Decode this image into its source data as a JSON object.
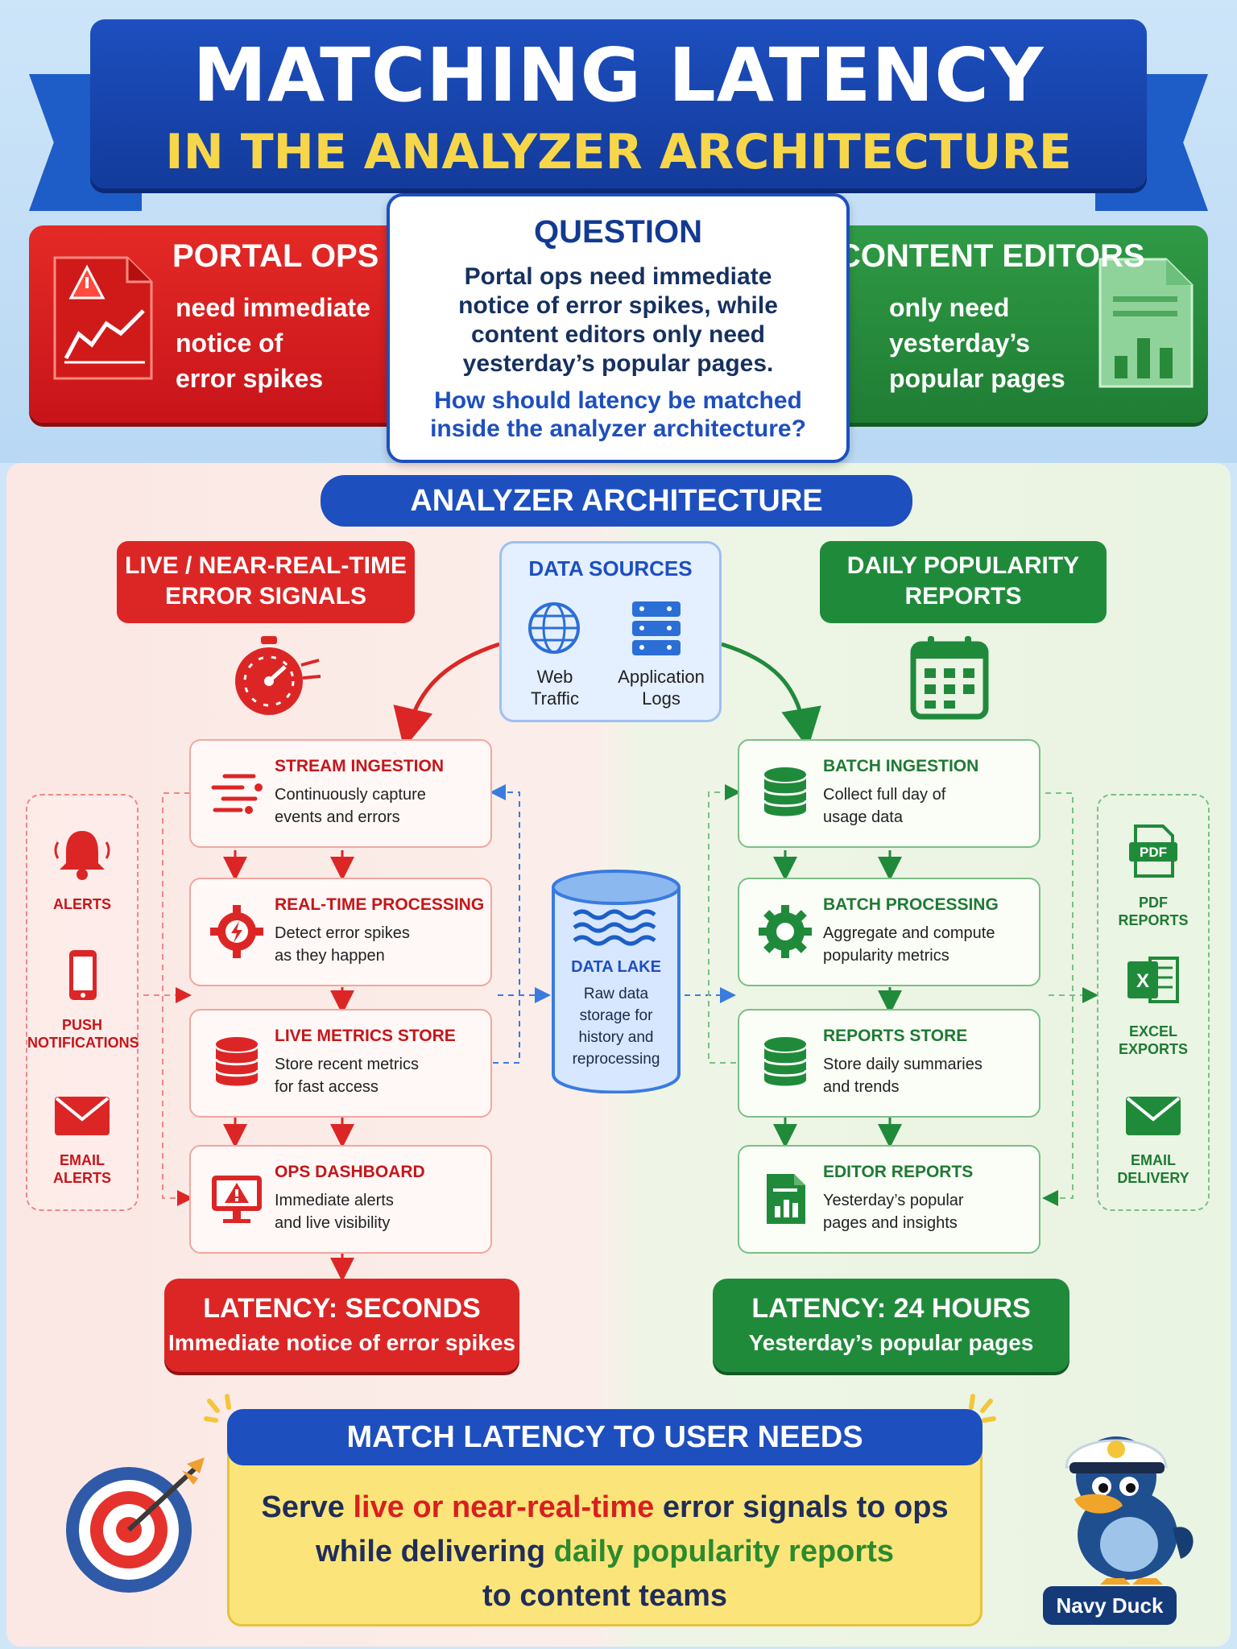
{
  "title": {
    "line1": "MATCHING LATENCY",
    "line2": "IN THE ANALYZER ARCHITECTURE"
  },
  "ops_card": {
    "title": "PORTAL OPS",
    "text_lines": [
      "need immediate",
      "notice of",
      "error spikes"
    ],
    "icon": "alert-chart-document-icon"
  },
  "question": {
    "title": "QUESTION",
    "body_lines": [
      "Portal ops need immediate",
      "notice of error spikes, while",
      "content editors only need",
      "yesterday’s popular pages."
    ],
    "ask_lines": [
      "How should latency be matched",
      "inside the analyzer architecture?"
    ]
  },
  "editors_card": {
    "title": "CONTENT EDITORS",
    "text_lines": [
      "only need",
      "yesterday’s",
      "popular pages"
    ],
    "icon": "bar-chart-document-icon"
  },
  "architecture": {
    "heading": "ANALYZER ARCHITECTURE",
    "live_label_lines": [
      "LIVE / NEAR-REAL-TIME",
      "ERROR SIGNALS"
    ],
    "daily_label_lines": [
      "DAILY POPULARITY",
      "REPORTS"
    ],
    "sources": {
      "title": "DATA SOURCES",
      "items": [
        {
          "label_lines": [
            "Web",
            "Traffic"
          ],
          "icon": "globe-icon"
        },
        {
          "label_lines": [
            "Application",
            "Logs"
          ],
          "icon": "server-icon"
        }
      ]
    },
    "live_nodes": [
      {
        "title": "STREAM INGESTION",
        "desc_lines": [
          "Continuously capture",
          "events and errors"
        ],
        "icon": "stream-icon"
      },
      {
        "title": "REAL-TIME PROCESSING",
        "desc_lines": [
          "Detect error spikes",
          "as they happen"
        ],
        "icon": "gear-bolt-icon"
      },
      {
        "title": "LIVE METRICS STORE",
        "desc_lines": [
          "Store recent metrics",
          "for fast access"
        ],
        "icon": "database-icon"
      },
      {
        "title": "OPS DASHBOARD",
        "desc_lines": [
          "Immediate alerts",
          "and live visibility"
        ],
        "icon": "monitor-alert-icon"
      }
    ],
    "batch_nodes": [
      {
        "title": "BATCH INGESTION",
        "desc_lines": [
          "Collect full day of",
          "usage data"
        ],
        "icon": "database-icon"
      },
      {
        "title": "BATCH PROCESSING",
        "desc_lines": [
          "Aggregate and compute",
          "popularity metrics"
        ],
        "icon": "gear-icon"
      },
      {
        "title": "REPORTS STORE",
        "desc_lines": [
          "Store daily summaries",
          "and trends"
        ],
        "icon": "database-icon"
      },
      {
        "title": "EDITOR REPORTS",
        "desc_lines": [
          "Yesterday’s popular",
          "pages and insights"
        ],
        "icon": "report-chart-icon"
      }
    ],
    "ops_channels": [
      {
        "label_lines": [
          "ALERTS"
        ],
        "icon": "bell-icon"
      },
      {
        "label_lines": [
          "PUSH",
          "NOTIFICATIONS"
        ],
        "icon": "phone-icon"
      },
      {
        "label_lines": [
          "EMAIL",
          "ALERTS"
        ],
        "icon": "envelope-icon"
      }
    ],
    "editor_channels": [
      {
        "label_lines": [
          "PDF",
          "REPORTS"
        ],
        "icon": "pdf-icon"
      },
      {
        "label_lines": [
          "EXCEL",
          "EXPORTS"
        ],
        "icon": "excel-icon"
      },
      {
        "label_lines": [
          "EMAIL",
          "DELIVERY"
        ],
        "icon": "envelope-icon"
      }
    ],
    "datalake": {
      "title": "DATA LAKE",
      "desc_lines": [
        "Raw data",
        "storage for",
        "history and",
        "reprocessing"
      ]
    }
  },
  "latency_ops": {
    "title": "LATENCY: SECONDS",
    "subtitle": "Immediate notice of error spikes"
  },
  "latency_editors": {
    "title": "LATENCY: 24 HOURS",
    "subtitle": "Yesterday’s popular pages"
  },
  "match": {
    "heading": "MATCH LATENCY TO USER NEEDS",
    "part1": "Serve ",
    "highlight1": "live or near-real-time",
    "part2": " error signals to ops",
    "part3": "while delivering ",
    "highlight2": "daily popularity reports",
    "part4": "to content teams"
  },
  "mascot": {
    "label": "Navy Duck"
  },
  "colors": {
    "navy": "#1d4fbf",
    "red": "#dc2626",
    "green": "#208a3b",
    "yellow": "#f7d64a"
  }
}
